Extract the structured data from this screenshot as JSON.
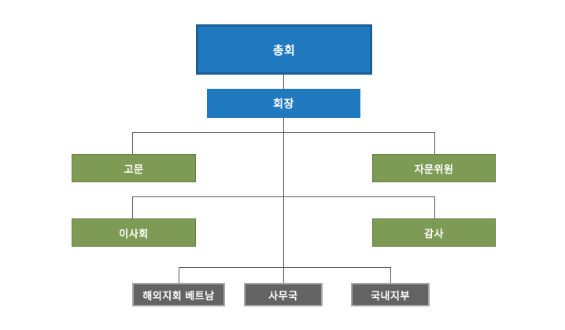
{
  "chart": {
    "type": "org-chart",
    "title": "",
    "background_color": "#ffffff",
    "palette": {
      "blue_fill": "#2079be",
      "blue_border": "#1b5e92",
      "green_fill": "#7d9b54",
      "green_border": "#64803f",
      "gray_fill": "#636363",
      "gray_border": "#a6a6a6",
      "connector": "#595959",
      "label_color": "#ffffff"
    },
    "levels": [
      {
        "level": 1,
        "style": "blue-outlined",
        "nodes": [
          {
            "id": "assembly",
            "label": "총회"
          }
        ]
      },
      {
        "level": 2,
        "style": "blue",
        "nodes": [
          {
            "id": "chair",
            "label": "회장"
          }
        ]
      },
      {
        "level": 3,
        "style": "green",
        "nodes": [
          {
            "id": "advisor",
            "label": "고문"
          },
          {
            "id": "committee",
            "label": "자문위원"
          }
        ]
      },
      {
        "level": 4,
        "style": "green",
        "nodes": [
          {
            "id": "board",
            "label": "이사회"
          },
          {
            "id": "auditor",
            "label": "감사"
          }
        ]
      },
      {
        "level": 5,
        "style": "gray",
        "nodes": [
          {
            "id": "vietnam",
            "label": "해외지회 베트남"
          },
          {
            "id": "secretariat",
            "label": "사무국"
          },
          {
            "id": "domestic",
            "label": "국내지부"
          }
        ]
      }
    ]
  }
}
